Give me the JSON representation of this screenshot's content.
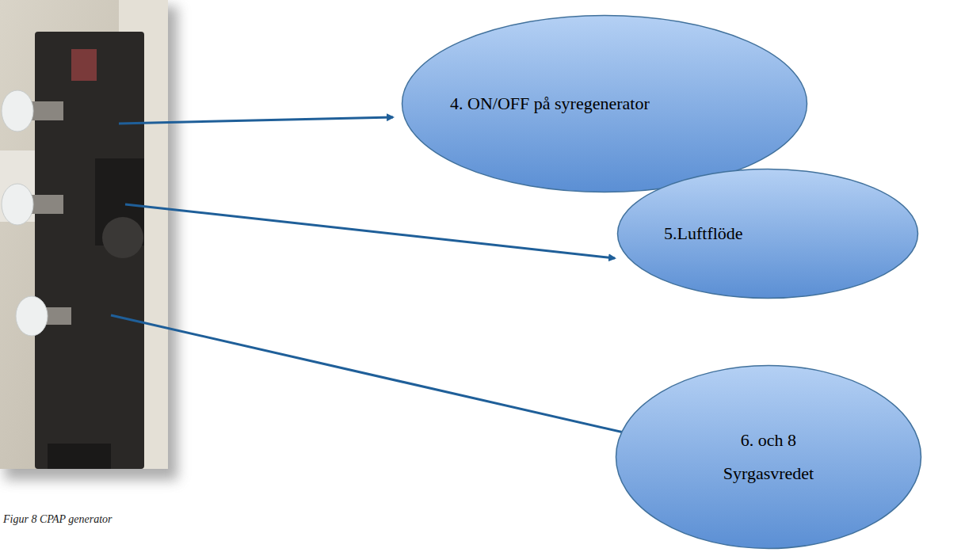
{
  "diagram": {
    "caption": "Figur 8 CPAP generator",
    "nodes": [
      {
        "text": [
          "4. ON/OFF på syregenerator"
        ]
      },
      {
        "text": [
          "5.Luftflöde"
        ]
      },
      {
        "text": [
          "6. och 8",
          "Syrgasvredet"
        ]
      }
    ]
  }
}
